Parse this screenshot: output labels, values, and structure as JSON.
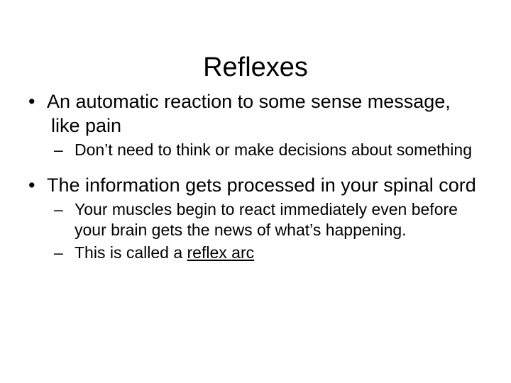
{
  "slide": {
    "title": "Reflexes",
    "background_color": "#ffffff",
    "text_color": "#000000",
    "markers": {
      "level1": "•",
      "level2": "–"
    },
    "groups": [
      {
        "level1": "An automatic reaction to some sense message, like pain",
        "level2": [
          {
            "text_before": "Don’t need to think or make decisions about something",
            "underlined": "",
            "text_after": ""
          }
        ]
      },
      {
        "level1": "The information gets processed in your spinal cord",
        "level2": [
          {
            "text_before": "Your muscles begin to react immediately even before your brain gets the news of what’s happening.",
            "underlined": "",
            "text_after": ""
          },
          {
            "text_before": "This is called a ",
            "underlined": "reflex arc",
            "text_after": ""
          }
        ]
      }
    ]
  }
}
